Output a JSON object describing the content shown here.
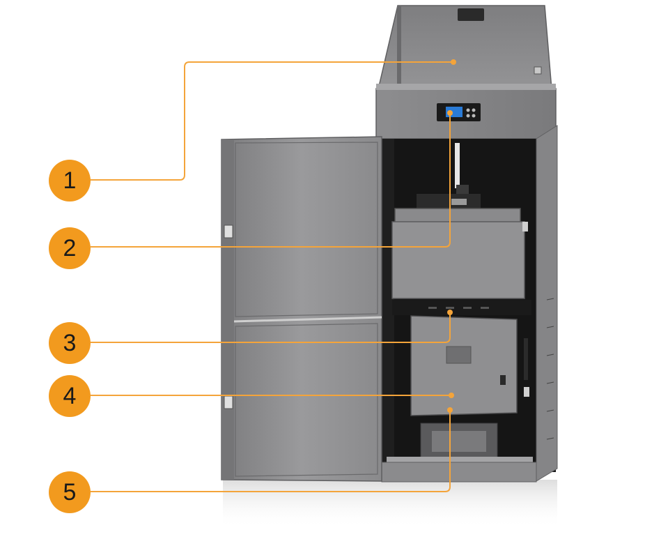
{
  "colors": {
    "accent": "#f29a1e",
    "leader": "#f4a43a",
    "cabinet": "#8a8a8c",
    "cabinet_dark": "#6e6e70",
    "interior": "#151515",
    "display": "#2a7bd6"
  },
  "callouts": [
    {
      "number": "1",
      "target": "hopper-lid"
    },
    {
      "number": "2",
      "target": "control-panel"
    },
    {
      "number": "3",
      "target": "upper-combustion-chamber"
    },
    {
      "number": "4",
      "target": "lower-ash-door"
    },
    {
      "number": "5",
      "target": "ash-pan"
    }
  ]
}
